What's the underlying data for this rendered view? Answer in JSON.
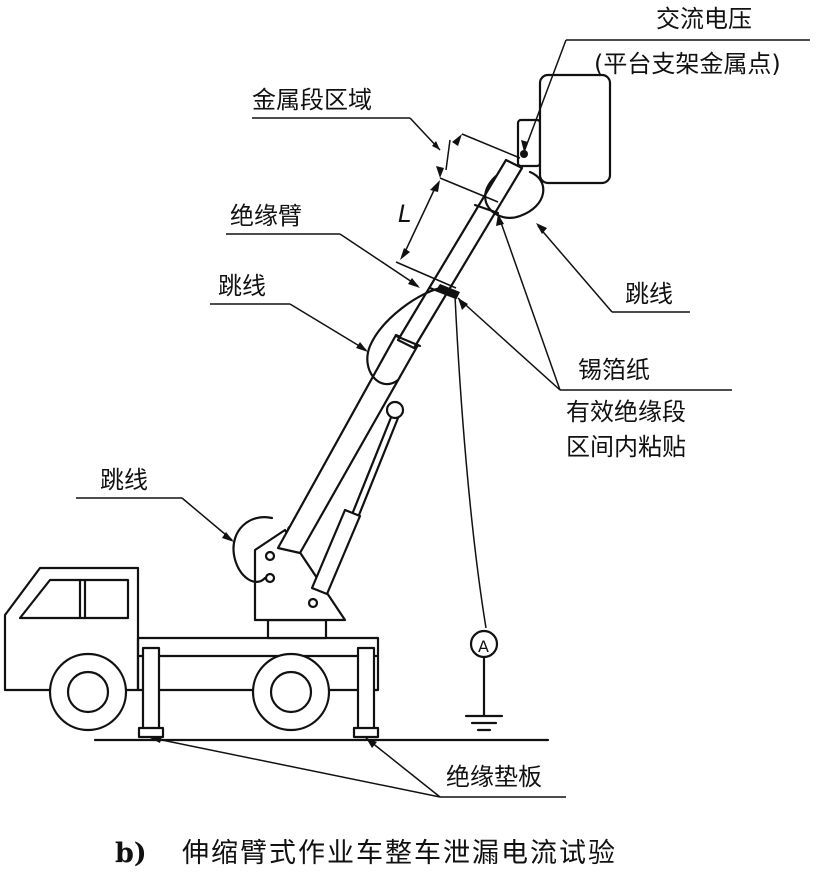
{
  "labels": {
    "ac_voltage": "交流电压",
    "platform_point": "(平台支架金属点)",
    "metal_segment": "金属段区域",
    "length_symbol": "L",
    "insulated_arm": "绝缘臂",
    "jumper_left_upper": "跳线",
    "jumper_right": "跳线",
    "tin_foil": "锡箔纸",
    "effective_line1": "有效绝缘段",
    "effective_line2": "区间内粘贴",
    "jumper_left_lower": "跳线",
    "insulating_mat": "绝缘垫板",
    "ammeter": "A"
  },
  "caption": {
    "prefix": "b)",
    "title": "伸缩臂式作业车整车泄漏电流试验"
  }
}
